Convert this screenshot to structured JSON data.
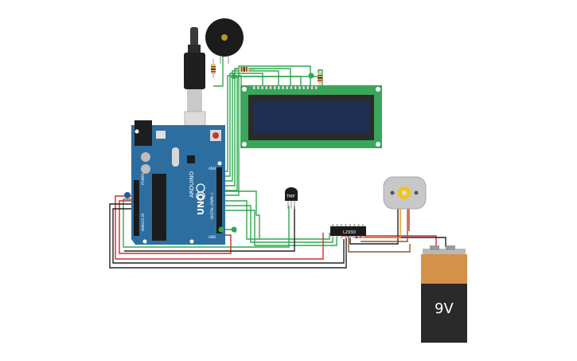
{
  "board": {
    "brand": "ARDUINO",
    "model": "UNO",
    "power_header": "POWER",
    "analog_header": "ANALOG IN",
    "digital_header": "DIGITAL (PWM~)",
    "aref_label": "AREF",
    "gnd_label": "GND"
  },
  "motor_driver": {
    "label": "L293D"
  },
  "sensor": {
    "label": "TMP"
  },
  "battery": {
    "label": "9V"
  },
  "colors": {
    "board_blue": "#2d6ea0",
    "lcd_pcb": "#3aa65a",
    "lcd_screen": "#1e2f52",
    "wire_green": "#2fa84f",
    "wire_red": "#d12c2c",
    "wire_black": "#222222",
    "wire_orange": "#e8901f",
    "wire_brown": "#8a5a2b",
    "battery_top": "#d4914a",
    "battery_body": "#2a2a2a"
  }
}
